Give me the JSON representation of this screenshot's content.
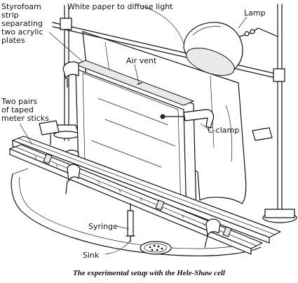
{
  "figure": {
    "labels": {
      "styrofoam": [
        "Styrofoam",
        "strip",
        "separating",
        "two acrylic",
        "plates"
      ],
      "white_paper": "White paper to diffuse light",
      "lamp": "Lamp",
      "air_vent": "Air vent",
      "taped_sticks": [
        "Two pairs",
        "of taped",
        "meter sticks"
      ],
      "c_clamp": "C-clamp",
      "syringe": "Syringe",
      "sink": "Sink"
    },
    "caption": "The experimental setup with the Hele-Shaw cell"
  }
}
